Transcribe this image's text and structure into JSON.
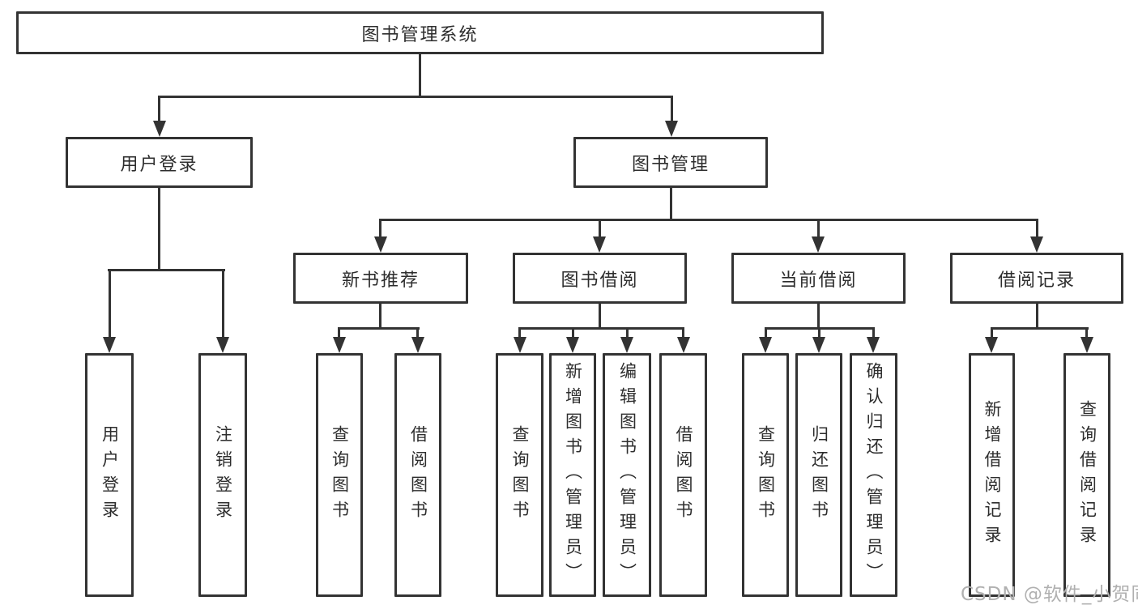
{
  "tree": {
    "label": "图书管理系统",
    "children": [
      {
        "label": "用户登录",
        "children": [
          {
            "label": "用户登录"
          },
          {
            "label": "注销登录"
          }
        ]
      },
      {
        "label": "图书管理",
        "children": [
          {
            "label": "新书推荐",
            "children": [
              {
                "label": "查询图书"
              },
              {
                "label": "借阅图书"
              }
            ]
          },
          {
            "label": "图书借阅",
            "children": [
              {
                "label": "查询图书"
              },
              {
                "label": "新增图书（管理员）"
              },
              {
                "label": "编辑图书（管理员）"
              },
              {
                "label": "借阅图书"
              }
            ]
          },
          {
            "label": "当前借阅",
            "children": [
              {
                "label": "查询图书"
              },
              {
                "label": "归还图书"
              },
              {
                "label": "确认归还（管理员）"
              }
            ]
          },
          {
            "label": "借阅记录",
            "children": [
              {
                "label": "新增借阅记录"
              },
              {
                "label": "查询借阅记录"
              }
            ]
          }
        ]
      }
    ]
  },
  "watermark": "CSDN @软件_小贺同学",
  "colors": {
    "line": "#333333",
    "text": "#2d2d2d",
    "bg": "#ffffff",
    "watermark": "#b0b0b0"
  }
}
